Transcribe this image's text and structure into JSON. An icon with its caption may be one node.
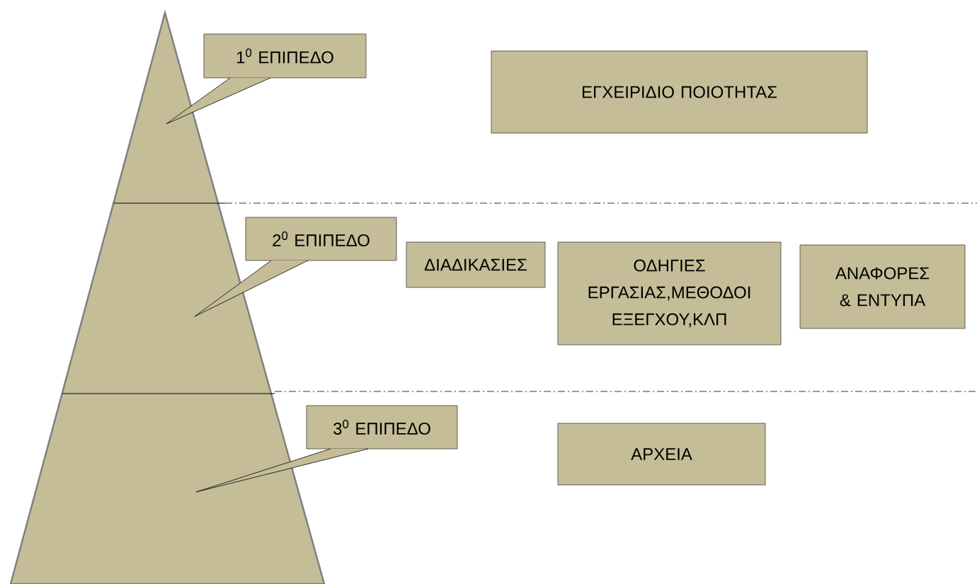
{
  "diagram": {
    "nodes": [
      {
        "text": [
          "1$^{0}$ ΕΠΙΠΕΔΟ"
        ]
      },
      {
        "text": [
          "ΕΓΧΕΙΡΙΔΙΟ ΠΟΙΟΤΗΤΑΣ"
        ]
      },
      {
        "text": [
          "2$^{0}$ ΕΠΙΠΕΔΟ"
        ]
      },
      {
        "text": [
          "ΔΙΑΔΙΚΑΣΙΕΣ"
        ]
      },
      {
        "text": [
          "ΟΔΗΓΙΕΣ ΕΡΓΑΣΙΑΣ,ΜΕΘΟΔΟΙ ΕΞΕΓΧΟΥ,ΚΛΠ"
        ]
      },
      {
        "text": [
          "ΑΝΑΦΟΡΕΣ & ΕΝΤΥΠΑ"
        ]
      },
      {
        "text": [
          "3$^{0}$ ΕΠΙΠΕΔΟ"
        ]
      },
      {
        "text": [
          "ΑΡΧΕΙΑ"
        ]
      }
    ]
  }
}
